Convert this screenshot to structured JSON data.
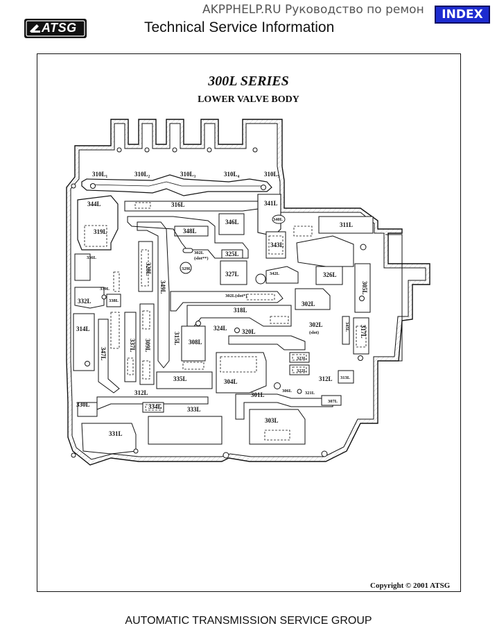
{
  "header": {
    "watermark": "AKPPHELP.RU Руководство по ремон",
    "index_button": "INDEX",
    "logo_text": "ATSG",
    "section_title": "Technical Service Information"
  },
  "diagram": {
    "title": "300L SERIES",
    "subtitle": "LOWER VALVE BODY",
    "copyright": "Copyright © 2001 ATSG",
    "labels": [
      {
        "id": "l310l1",
        "text": "310L₁"
      },
      {
        "id": "l310l2",
        "text": "310L₂"
      },
      {
        "id": "l310l3",
        "text": "310L₃"
      },
      {
        "id": "l310l4",
        "text": "310L₄"
      },
      {
        "id": "l310l5",
        "text": "310L₅"
      },
      {
        "id": "l344l",
        "text": "344L"
      },
      {
        "id": "l316l",
        "text": "316L"
      },
      {
        "id": "l341l",
        "text": "341L"
      },
      {
        "id": "l340l",
        "text": "340L"
      },
      {
        "id": "l311l",
        "text": "311L"
      },
      {
        "id": "l319l",
        "text": "319L"
      },
      {
        "id": "l348l",
        "text": "348L"
      },
      {
        "id": "l346l",
        "text": "346L"
      },
      {
        "id": "l343l",
        "text": "343L"
      },
      {
        "id": "l336l",
        "text": "336L"
      },
      {
        "id": "l328l",
        "text": "328L"
      },
      {
        "id": "l302lslot2",
        "text": "302L"
      },
      {
        "id": "l302lslot2b",
        "text": "(slot**)"
      },
      {
        "id": "l325l",
        "text": "325L"
      },
      {
        "id": "l329l",
        "text": "329L"
      },
      {
        "id": "l327l",
        "text": "327L"
      },
      {
        "id": "l342l",
        "text": "342L"
      },
      {
        "id": "l326l",
        "text": "326L"
      },
      {
        "id": "l305l",
        "text": "305L"
      },
      {
        "id": "l339l",
        "text": "339L"
      },
      {
        "id": "l349l",
        "text": "349L"
      },
      {
        "id": "l302lslot1",
        "text": "302L(slot*)"
      },
      {
        "id": "l338l",
        "text": "338L"
      },
      {
        "id": "l332l",
        "text": "332L"
      },
      {
        "id": "l302l",
        "text": "302L"
      },
      {
        "id": "l318l",
        "text": "318L"
      },
      {
        "id": "l345l",
        "text": "345L"
      },
      {
        "id": "l317l",
        "text": "317L"
      },
      {
        "id": "l314l",
        "text": "314L"
      },
      {
        "id": "l324l",
        "text": "324L"
      },
      {
        "id": "l302lslot",
        "text": "302L"
      },
      {
        "id": "l302lslotb",
        "text": "(slot)"
      },
      {
        "id": "l320l",
        "text": "320L"
      },
      {
        "id": "l315l",
        "text": "315L"
      },
      {
        "id": "l347l",
        "text": "347L"
      },
      {
        "id": "l337l",
        "text": "337L"
      },
      {
        "id": "l309l",
        "text": "309L"
      },
      {
        "id": "l308l",
        "text": "308L"
      },
      {
        "id": "l323l",
        "text": "323L"
      },
      {
        "id": "l322l",
        "text": "322L"
      },
      {
        "id": "l313l",
        "text": "313L"
      },
      {
        "id": "l312lr",
        "text": "312L"
      },
      {
        "id": "l335l",
        "text": "335L"
      },
      {
        "id": "l304l",
        "text": "304L"
      },
      {
        "id": "l306l",
        "text": "306L"
      },
      {
        "id": "l321l",
        "text": "321L"
      },
      {
        "id": "l301l",
        "text": "301L"
      },
      {
        "id": "l312ll",
        "text": "312L"
      },
      {
        "id": "l307l",
        "text": "307L"
      },
      {
        "id": "l330l",
        "text": "330L"
      },
      {
        "id": "l334l",
        "text": "334L"
      },
      {
        "id": "l333l",
        "text": "333L"
      },
      {
        "id": "l303l",
        "text": "303L"
      },
      {
        "id": "l331l",
        "text": "331L"
      }
    ]
  },
  "footer": {
    "text": "AUTOMATIC TRANSMISSION SERVICE GROUP"
  },
  "colors": {
    "index_bg": "#1c2bd0",
    "ink": "#111111"
  }
}
